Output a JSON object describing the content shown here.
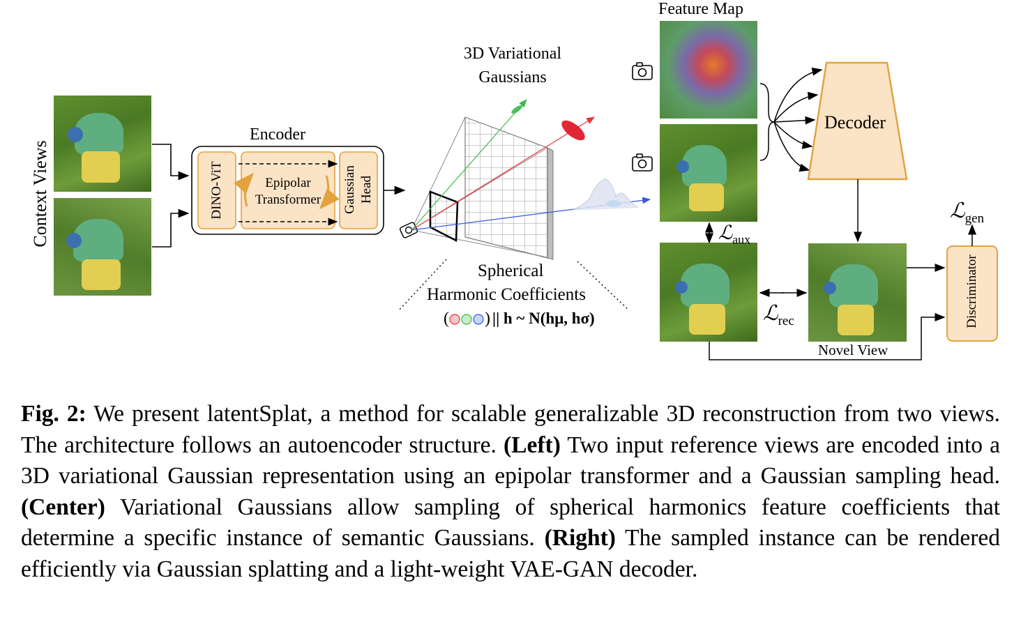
{
  "figure": {
    "context_views_label": "Context Views",
    "encoder": {
      "title": "Encoder",
      "dino": "DINO-ViT",
      "epipolar": "Epipolar Transformer",
      "gaussian_head": "Gaussian Head"
    },
    "gaussians_title": "3D Variational Gaussians",
    "sh": {
      "title_line1": "Spherical",
      "title_line2": "Harmonic Coefficients",
      "formula": "|| h ~ N(hμ, hσ)"
    },
    "feature_map_label": "Feature Map",
    "decoder_label": "Decoder",
    "loss_aux": "ℒ",
    "loss_aux_sub": "aux",
    "loss_rec": "ℒ",
    "loss_rec_sub": "rec",
    "loss_gen": "ℒ",
    "loss_gen_sub": "gen",
    "discriminator_label": "Discriminator",
    "novel_view_label": "Novel View",
    "colors": {
      "box_fill": "#fbe3c6",
      "box_stroke": "#e2a33e",
      "red_ray": "#e8323a",
      "green_ray": "#3cba4a",
      "blue_ray": "#3756e0"
    }
  },
  "caption": {
    "label": "Fig. 2:",
    "text1": " We present latentSplat, a method for scalable generalizable 3D reconstruction from two views. The architecture follows an autoencoder structure. ",
    "left": "(Left)",
    "text2": " Two input reference views are encoded into a 3D variational Gaussian representation using an epipolar transformer and a Gaussian sampling head. ",
    "center": "(Center)",
    "text3": " Variational Gaussians allow sampling of spherical harmonics feature coefficients that determine a specific instance of semantic Gaussians. ",
    "right": "(Right)",
    "text4": " The sampled instance can be rendered efficiently via Gaussian splatting and a light-weight VAE-GAN decoder."
  }
}
